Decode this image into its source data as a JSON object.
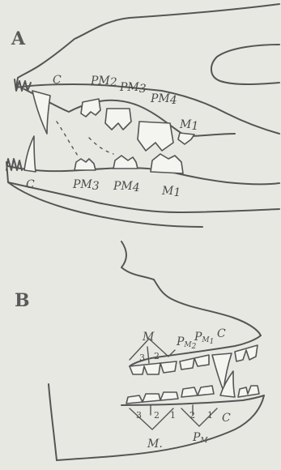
{
  "panels": [
    {
      "letter": "A",
      "upper_labels": [
        {
          "main": "C",
          "sub": ""
        },
        {
          "main": "PM",
          "sub": "2"
        },
        {
          "main": "PM",
          "sub": "3"
        },
        {
          "main": "PM",
          "sub": "4"
        },
        {
          "main": "M",
          "sub": "1"
        }
      ],
      "lower_labels": [
        {
          "main": "C",
          "sub": ""
        },
        {
          "main": "PM",
          "sub": "3"
        },
        {
          "main": "PM",
          "sub": "4"
        },
        {
          "main": "M",
          "sub": "1"
        }
      ]
    },
    {
      "letter": "B",
      "upper_labels": {
        "m": "M",
        "m_numbers": [
          "3",
          "2"
        ],
        "pm2": {
          "main": "P",
          "sub": "M",
          "num": "2"
        },
        "pm1": {
          "main": "P",
          "sub": "M",
          "num": "1"
        },
        "c": "C"
      },
      "lower_labels": {
        "numbers": [
          "3",
          "2",
          "1",
          "2",
          "1"
        ],
        "c": "C",
        "m": "M.",
        "pm": {
          "main": "P",
          "sub": "M"
        }
      }
    }
  ]
}
